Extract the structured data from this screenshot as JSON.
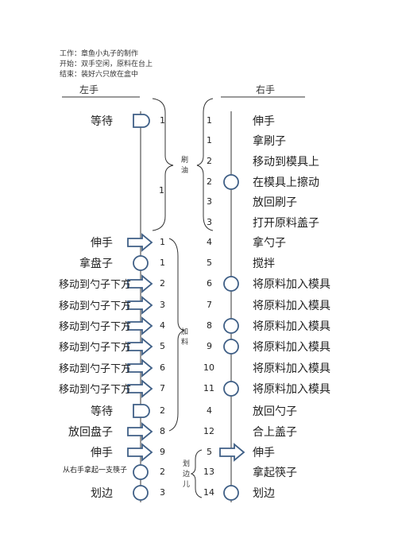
{
  "info": {
    "work": "工作：章鱼小丸子的制作",
    "start": "开始：双手空闲，原料在台上",
    "end": "结束：装好六只放在盒中"
  },
  "headers": {
    "left": "左手",
    "right": "右手"
  },
  "left_actions": [
    {
      "label": "等待",
      "symbol": "delay"
    },
    {
      "label": "伸手",
      "symbol": "arrow"
    },
    {
      "label": "拿盘子",
      "symbol": "circle"
    },
    {
      "label": "移动到勺子下方",
      "symbol": "arrow"
    },
    {
      "label": "移动到勺子下方",
      "symbol": "arrow"
    },
    {
      "label": "移动到勺子下方",
      "symbol": "arrow"
    },
    {
      "label": "移动到勺子下方",
      "symbol": "arrow"
    },
    {
      "label": "移动到勺子下方",
      "symbol": "arrow"
    },
    {
      "label": "移动到勺子下方",
      "symbol": "arrow"
    },
    {
      "label": "等待",
      "symbol": "delay"
    },
    {
      "label": "放回盘子",
      "symbol": "arrow"
    },
    {
      "label": "伸手",
      "symbol": "arrow"
    },
    {
      "label": "从右手拿起一支筷子",
      "symbol": "circle"
    },
    {
      "label": "划边",
      "symbol": "circle"
    }
  ],
  "left_numbers": [
    "1",
    "1",
    "1",
    "2",
    "3",
    "4",
    "5",
    "6",
    "7",
    "2",
    "8",
    "9",
    "2",
    "3"
  ],
  "right_actions": [
    {
      "label": "伸手",
      "symbol": "none"
    },
    {
      "label": "拿刷子",
      "symbol": "none"
    },
    {
      "label": "移动到模具上",
      "symbol": "none"
    },
    {
      "label": "在模具上擦动",
      "symbol": "circle"
    },
    {
      "label": "放回刷子",
      "symbol": "none"
    },
    {
      "label": "打开原料盖子",
      "symbol": "none"
    },
    {
      "label": "拿勺子",
      "symbol": "none"
    },
    {
      "label": "搅拌",
      "symbol": "none"
    },
    {
      "label": "将原料加入模具",
      "symbol": "circle"
    },
    {
      "label": "将原料加入模具",
      "symbol": "none"
    },
    {
      "label": "将原料加入模具",
      "symbol": "circle"
    },
    {
      "label": "将原料加入模具",
      "symbol": "circle"
    },
    {
      "label": "将原料加入模具",
      "symbol": "none"
    },
    {
      "label": "将原料加入模具",
      "symbol": "circle"
    },
    {
      "label": "放回勺子",
      "symbol": "none"
    },
    {
      "label": "合上盖子",
      "symbol": "none"
    },
    {
      "label": "伸手",
      "symbol": "arrow"
    },
    {
      "label": "拿起筷子",
      "symbol": "none"
    },
    {
      "label": "划边",
      "symbol": "circle"
    }
  ],
  "right_numbers": [
    "1",
    "1",
    "2",
    "2",
    "3",
    "3",
    "4",
    "5",
    "6",
    "7",
    "8",
    "9",
    "10",
    "11",
    "4",
    "12",
    "5",
    "13",
    "14"
  ],
  "brace_labels": {
    "brush_oil": "刷\n油",
    "add_material": "加\n料",
    "draw_edge": "划\n边\n儿"
  }
}
